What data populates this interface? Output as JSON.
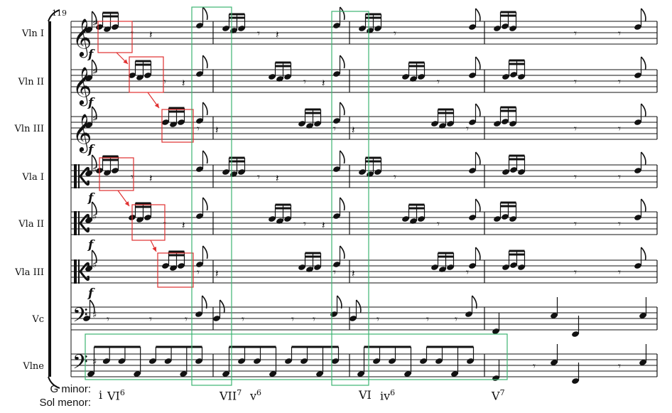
{
  "measure_number": "119",
  "instruments": [
    "Vln I",
    "Vln II",
    "Vln III",
    "Vla I",
    "Vla II",
    "Vla III",
    "Vc",
    "Vlne"
  ],
  "dynamic": "f",
  "key_labels": [
    "G minor:",
    "Sol menor:"
  ],
  "roman_numerals": [
    {
      "id": "i",
      "base": "i",
      "sup": ""
    },
    {
      "id": "VI6",
      "base": "VI",
      "sup": "6"
    },
    {
      "id": "VII7",
      "base": "VII",
      "sup": "7"
    },
    {
      "id": "v6",
      "base": "v",
      "sup": "6"
    },
    {
      "id": "VI",
      "base": "VI",
      "sup": ""
    },
    {
      "id": "iv6",
      "base": "iv",
      "sup": "6"
    },
    {
      "id": "V7",
      "base": "V",
      "sup": "7"
    }
  ],
  "colors": {
    "ink": "#111111",
    "red_highlight": "#e03030",
    "green_highlight": "#3cb371"
  }
}
